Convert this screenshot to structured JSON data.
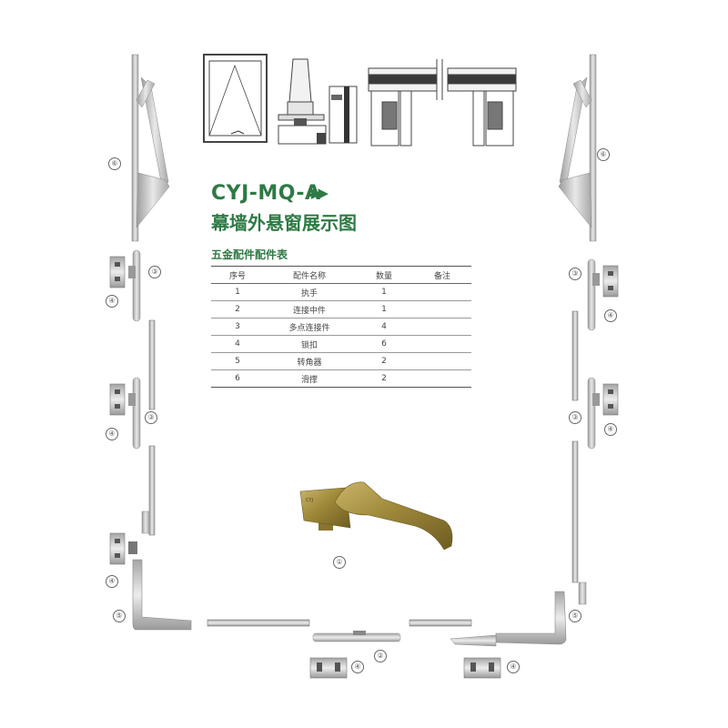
{
  "header": {
    "code": "CYJ-MQ-A",
    "arrow": "▶▶",
    "title": "幕墙外悬窗展示图"
  },
  "table": {
    "title": "五金配件配件表",
    "columns": [
      "序号",
      "配件名称",
      "数量",
      "备注"
    ],
    "rows": [
      {
        "no": "1",
        "name": "执手",
        "qty": "1",
        "note": ""
      },
      {
        "no": "2",
        "name": "连接中件",
        "qty": "1",
        "note": ""
      },
      {
        "no": "3",
        "name": "多点连接件",
        "qty": "4",
        "note": ""
      },
      {
        "no": "4",
        "name": "锁扣",
        "qty": "6",
        "note": ""
      },
      {
        "no": "5",
        "name": "转角器",
        "qty": "2",
        "note": ""
      },
      {
        "no": "6",
        "name": "滑撑",
        "qty": "2",
        "note": ""
      }
    ]
  },
  "callouts": {
    "handle": "①",
    "connector": "②",
    "multipoint": "③",
    "keeper": "④",
    "corner": "⑤",
    "stay": "⑥"
  },
  "handle_badge": "CYJ",
  "colors": {
    "accent": "#2e7a45",
    "metal": "#c9c9c9",
    "handle_gold": "#a08a3c"
  }
}
